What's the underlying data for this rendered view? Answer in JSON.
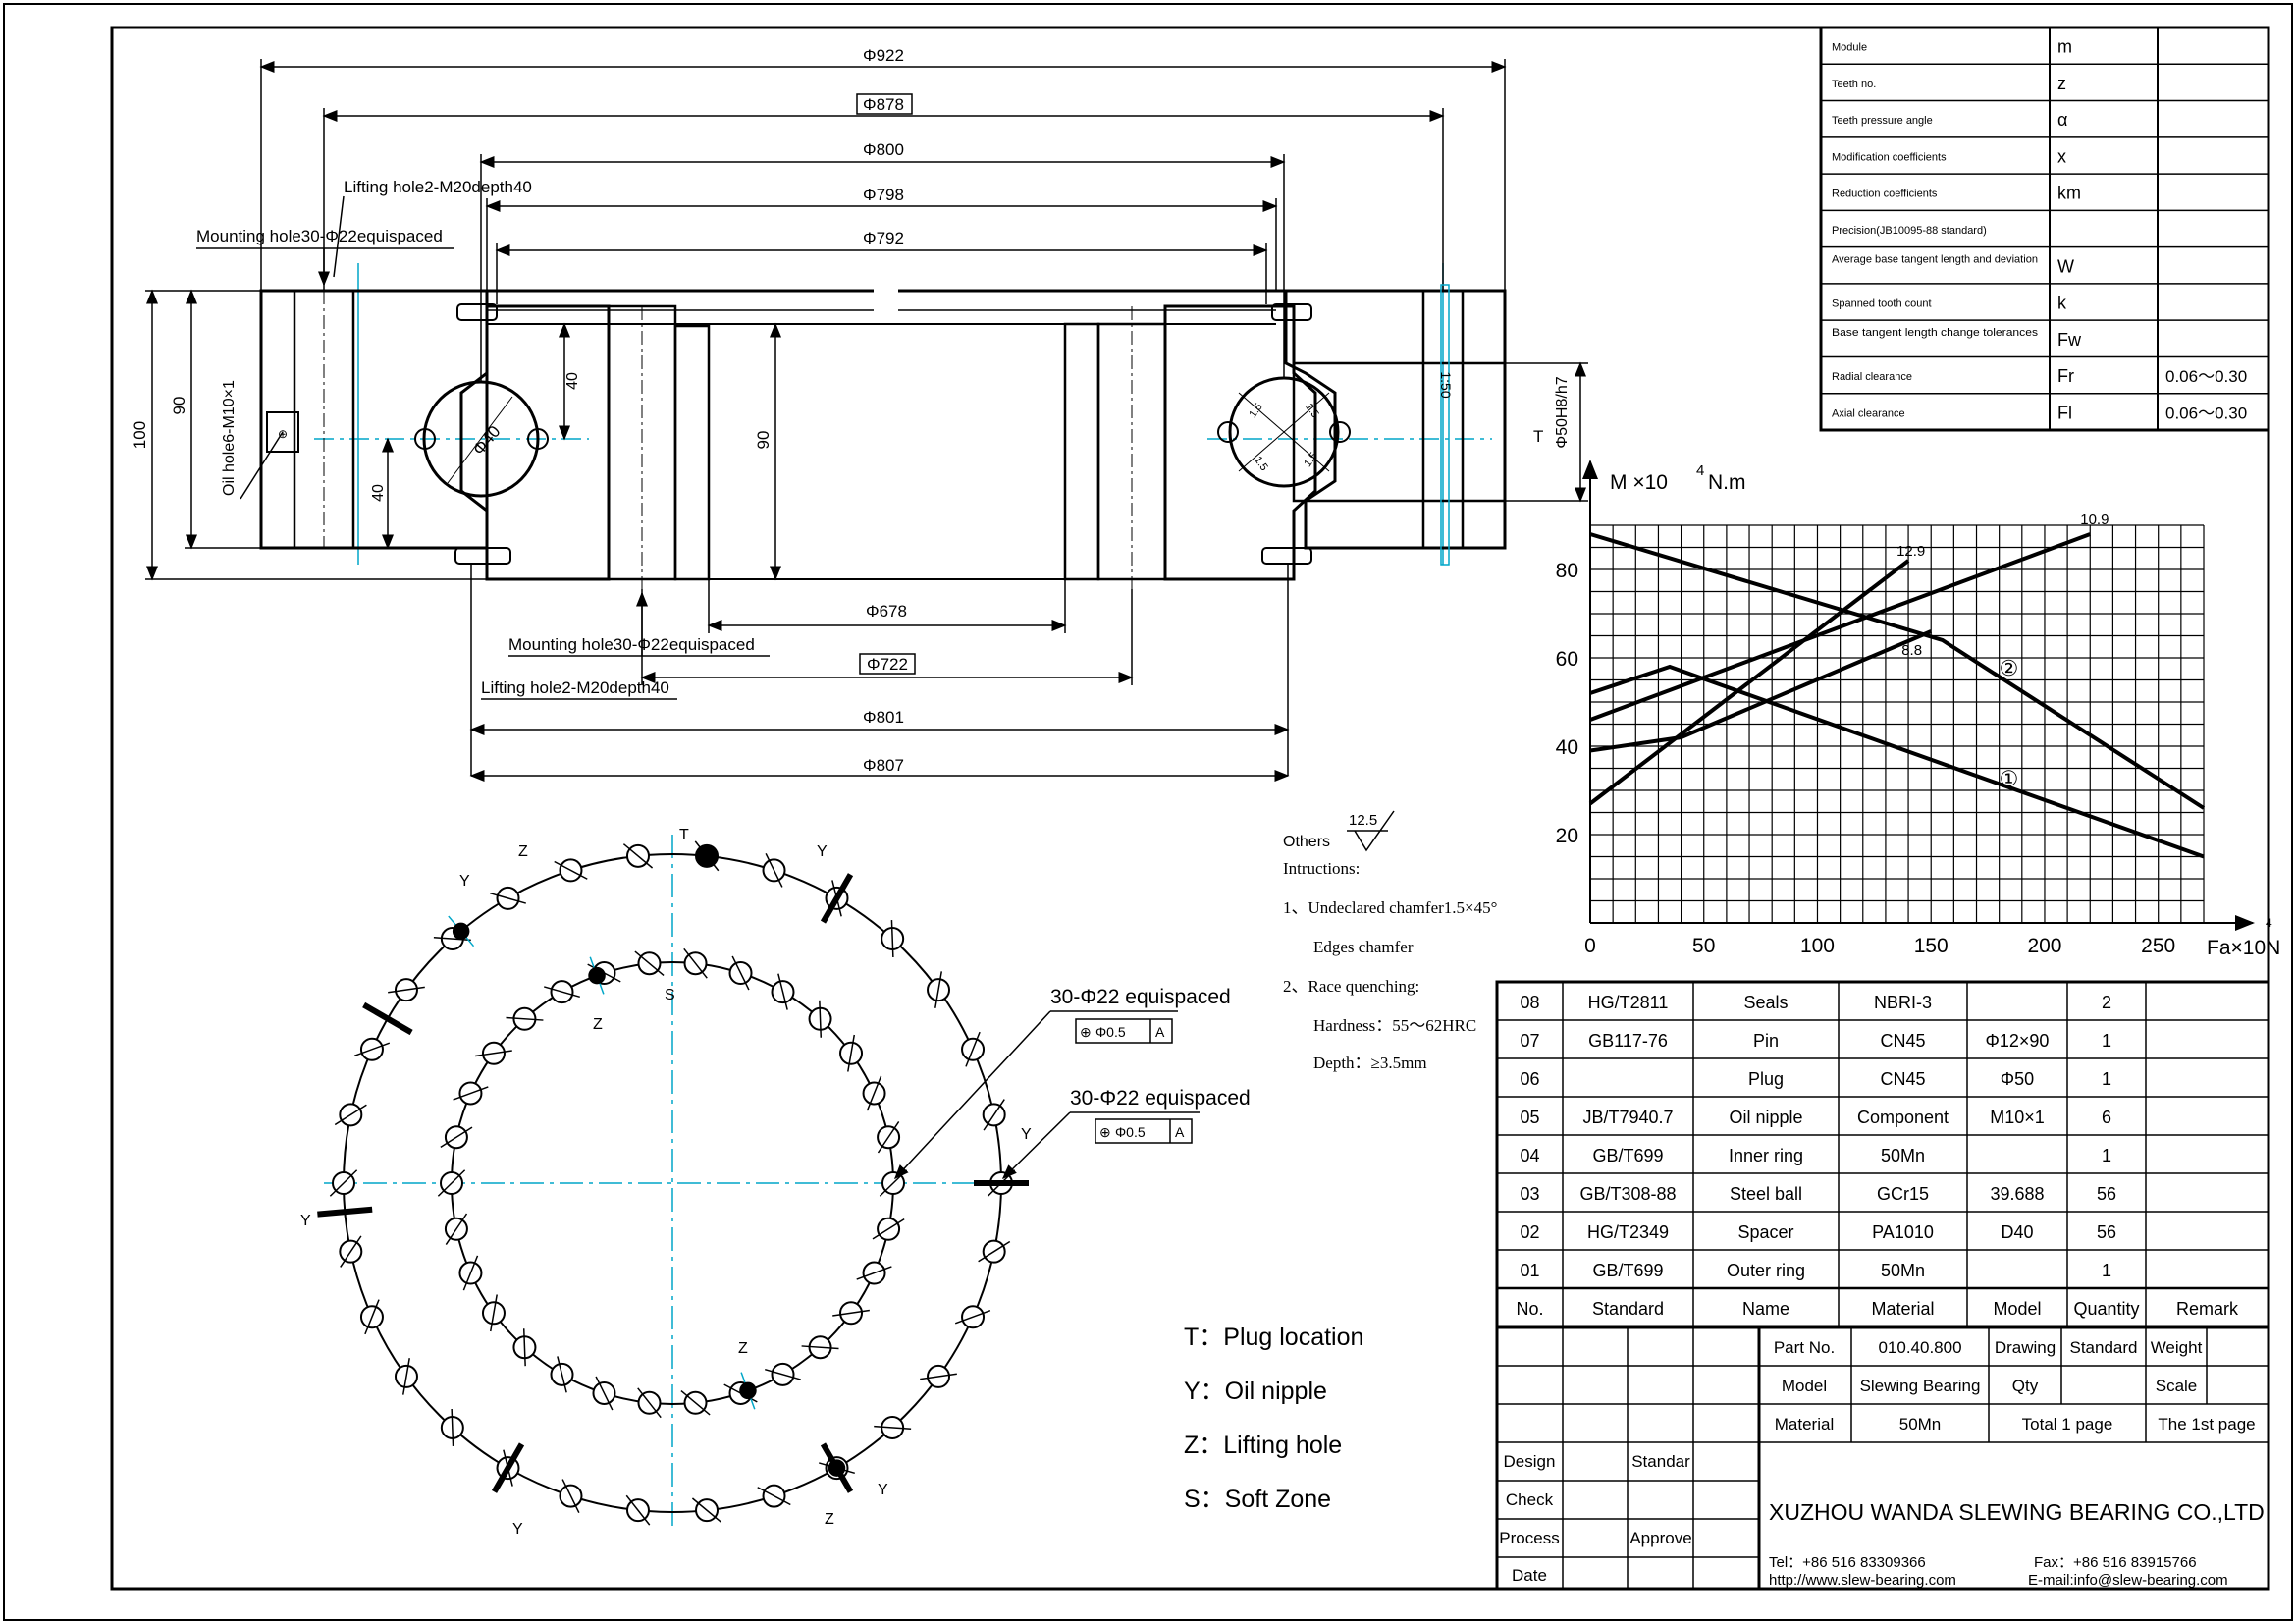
{
  "dims": {
    "d922": "Φ922",
    "d878": "Φ878",
    "d800": "Φ800",
    "d798": "Φ798",
    "d792": "Φ792",
    "d678": "Φ678",
    "d722": "Φ722",
    "d801": "Φ801",
    "d807": "Φ807",
    "h100": "100",
    "h90_left": "90",
    "h90_mid": "90",
    "ball_dia": "Φ40",
    "v40_top": "40",
    "v40_bot": "40",
    "scale": "1:50",
    "pin_fit": "Φ50H8/h7",
    "t_mark": "T",
    "chamfer_labels": [
      "1.5",
      "1.5",
      "1.5",
      "1.5"
    ]
  },
  "section_labels": {
    "lifting_top": "Lifting  hole2-M20depth40",
    "mounting_top": "Mounting  hole30-Φ22equispaced",
    "oil_hole": "Oil  hole6-M10×1",
    "mounting_bottom": "Mounting  hole30-Φ22equispaced",
    "lifting_bottom": "Lifting  hole2-M20depth40"
  },
  "gear_table": [
    {
      "param": "Module",
      "symbol": "m",
      "value": ""
    },
    {
      "param": "Teeth no.",
      "symbol": "z",
      "value": ""
    },
    {
      "param": "Teeth pressure angle",
      "symbol": "α",
      "value": ""
    },
    {
      "param": "Modification coefficients",
      "symbol": "x",
      "value": ""
    },
    {
      "param": "Reduction coefficients",
      "symbol": "km",
      "value": ""
    },
    {
      "param": "Precision(JB10095-88 standard)",
      "symbol": "",
      "value": ""
    },
    {
      "param": "Average base tangent length and deviation",
      "symbol": "W",
      "value": ""
    },
    {
      "param": "Spanned tooth count",
      "symbol": "k",
      "value": ""
    },
    {
      "param": "Base tangent length change tolerances",
      "symbol": "Fw",
      "value": ""
    },
    {
      "param": "Radial clearance",
      "symbol": "Fr",
      "value": "0.06～0.30"
    },
    {
      "param": "Axial clearance",
      "symbol": "Fl",
      "value": "0.06～0.30"
    }
  ],
  "chart_data": {
    "type": "line",
    "ylabel": "M   ×10",
    "ylabel_exp": "4",
    "ylabel_unit": "N.m",
    "xlabel": "Fa×10N",
    "xlabel_exp": "4",
    "xlim": [
      0,
      270
    ],
    "ylim": [
      0,
      90
    ],
    "x_ticks": [
      0,
      50,
      100,
      150,
      200,
      250
    ],
    "y_ticks": [
      20,
      40,
      60,
      80
    ],
    "series": [
      {
        "name": "10.9",
        "points": [
          [
            0,
            46
          ],
          [
            220,
            88
          ]
        ]
      },
      {
        "name": "12.9",
        "points": [
          [
            0,
            27
          ],
          [
            140,
            82
          ]
        ]
      },
      {
        "name": "8.8",
        "points": [
          [
            0,
            39
          ],
          [
            40,
            42
          ],
          [
            150,
            66
          ]
        ]
      },
      {
        "name": "①",
        "points": [
          [
            0,
            52
          ],
          [
            35,
            58
          ],
          [
            270,
            15
          ]
        ]
      },
      {
        "name": "②",
        "points": [
          [
            0,
            88
          ],
          [
            155,
            64
          ],
          [
            270,
            26
          ]
        ]
      }
    ]
  },
  "notes": {
    "others": "Others",
    "roughness": "12.5",
    "title": "Intructions:",
    "line1": "1、Undeclared chamfer1.5×45°",
    "line2": "Edges chamfer",
    "line3": "2、Race quenching:",
    "line4": "Hardness：55～62HRC",
    "line5": "Depth：≥3.5mm"
  },
  "plan_view": {
    "outer_note": "30-Φ22   equispaced",
    "inner_note": "30-Φ22   equispaced",
    "tol_value": "Φ0.5",
    "datum": "A",
    "marks": {
      "T": "T",
      "S": "S",
      "Y": "Y",
      "Z": "Z"
    }
  },
  "legend": {
    "T": "T：Plug  location",
    "Y": "Y：Oil  nipple",
    "Z": "Z：Lifting  hole",
    "S": "S：Soft  Zone"
  },
  "bom": {
    "header": [
      "No.",
      "Standard",
      "Name",
      "Material",
      "Model",
      "Quantity",
      "Remark"
    ],
    "rows": [
      [
        "08",
        "HG/T2811",
        "Seals",
        "NBRI-3",
        "",
        "2",
        ""
      ],
      [
        "07",
        "GB117-76",
        "Pin",
        "CN45",
        "Φ12×90",
        "1",
        ""
      ],
      [
        "06",
        "",
        "Plug",
        "CN45",
        "Φ50",
        "1",
        ""
      ],
      [
        "05",
        "JB/T7940.7",
        "Oil  nipple",
        "Component",
        "M10×1",
        "6",
        ""
      ],
      [
        "04",
        "GB/T699",
        "Inner  ring",
        "50Mn",
        "",
        "1",
        ""
      ],
      [
        "03",
        "GB/T308-88",
        "Steel  ball",
        "GCr15",
        "39.688",
        "56",
        ""
      ],
      [
        "02",
        "HG/T2349",
        "Spacer",
        "PA1010",
        "D40",
        "56",
        ""
      ],
      [
        "01",
        "GB/T699",
        "Outer  ring",
        "50Mn",
        "",
        "1",
        ""
      ]
    ]
  },
  "title_block": {
    "part_no_label": "Part  No.",
    "part_no": "010.40.800",
    "drawing": "Drawing",
    "standard": "Standard",
    "weight": "Weight",
    "model_label": "Model",
    "model": "Slewing  Bearing",
    "qty": "Qty",
    "scale": "Scale",
    "material_label": "Material",
    "material": "50Mn",
    "total": "Total  1  page",
    "page": "The  1st  page",
    "design": "Design",
    "standar": "Standar",
    "check": "Check",
    "process": "Process",
    "approve": "Approve",
    "date": "Date",
    "company": "XUZHOU  WANDA  SLEWING  BEARING  CO.,LTD",
    "tel": "Tel：+86  516  83309366",
    "fax": "Fax：+86  516  83915766",
    "web": "http://www.slew-bearing.com",
    "email": "E-mail:info@slew-bearing.com"
  }
}
